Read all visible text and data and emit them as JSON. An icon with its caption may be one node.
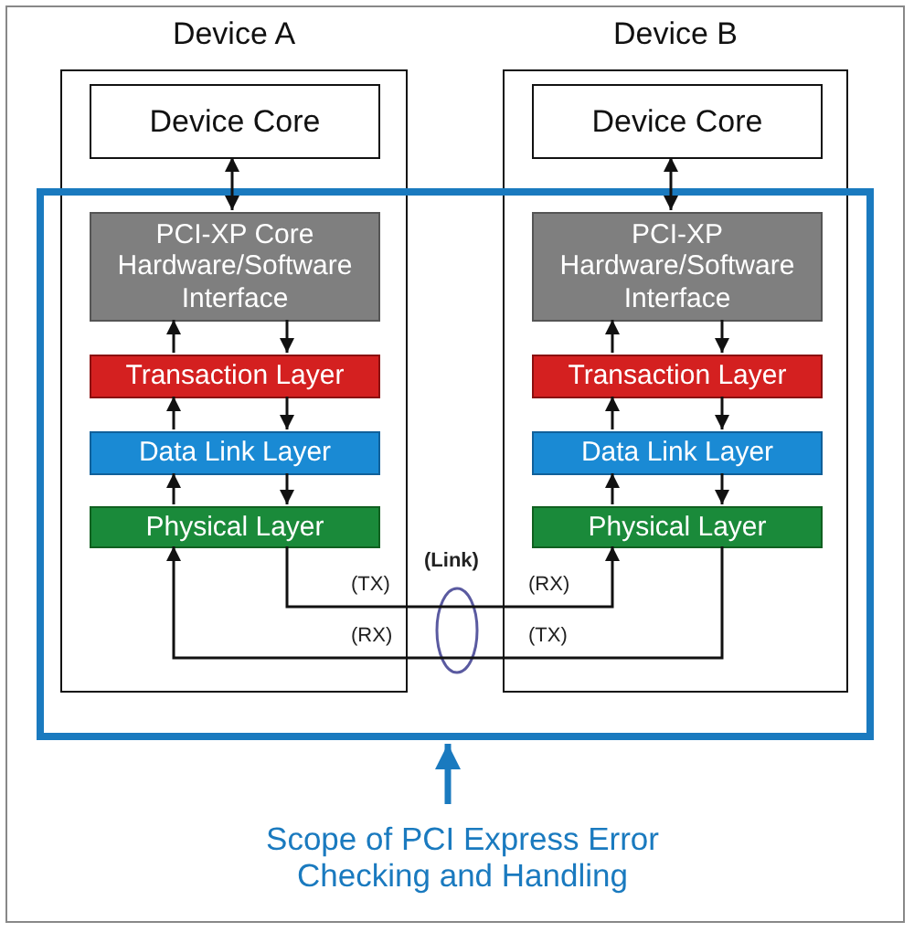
{
  "diagram": {
    "nodes": [
      {
        "text": [
          "Device A"
        ]
      },
      {
        "text": [
          "Device Core"
        ],
        "in": 0
      },
      {
        "text": [
          "PCI-XP Core Hardware/Software Interface"
        ],
        "in": 0
      },
      {
        "text": [
          "Transaction Layer"
        ],
        "in": 0
      },
      {
        "text": [
          "Data Link Layer"
        ],
        "in": 0
      },
      {
        "text": [
          "Physical Layer"
        ],
        "in": 0
      },
      {
        "text": [
          "Device B"
        ]
      },
      {
        "text": [
          "Device Core"
        ],
        "in": 6
      },
      {
        "text": [
          "PCI-XP Hardware/Software Interface"
        ],
        "in": 6
      },
      {
        "text": [
          "Transaction Layer"
        ],
        "in": 6
      },
      {
        "text": [
          "Data Link Layer"
        ],
        "in": 6
      },
      {
        "text": [
          "Physical Layer"
        ],
        "in": 6
      },
      {
        "text": [
          "Scope of PCI Express Error Checking and Handling"
        ]
      }
    ],
    "edges": [
      {
        "from": 1,
        "to": 2,
        "arrow": "both"
      },
      {
        "from": 3,
        "to": 2,
        "arrow": "to"
      },
      {
        "from": 2,
        "to": 3,
        "arrow": "to"
      },
      {
        "from": 4,
        "to": 3,
        "arrow": "to"
      },
      {
        "from": 3,
        "to": 4,
        "arrow": "to"
      },
      {
        "from": 5,
        "to": 4,
        "arrow": "to"
      },
      {
        "from": 4,
        "to": 5,
        "arrow": "to"
      },
      {
        "from": 7,
        "to": 8,
        "arrow": "both"
      },
      {
        "from": 9,
        "to": 8,
        "arrow": "to"
      },
      {
        "from": 8,
        "to": 9,
        "arrow": "to"
      },
      {
        "from": 10,
        "to": 9,
        "arrow": "to"
      },
      {
        "from": 9,
        "to": 10,
        "arrow": "to"
      },
      {
        "from": 11,
        "to": 10,
        "arrow": "to"
      },
      {
        "from": 10,
        "to": 11,
        "arrow": "to"
      },
      {
        "from": 5,
        "to": 11,
        "arrow": "to"
      },
      {
        "from": 11,
        "to": 5,
        "arrow": "to"
      },
      {
        "from": 12,
        "to": null,
        "arrow": "to",
        "style": "thick",
        "color": "#1a7abf"
      }
    ],
    "labels": [
      "(Link)",
      "(TX)",
      "(RX)",
      "(RX)",
      "(TX)"
    ]
  }
}
